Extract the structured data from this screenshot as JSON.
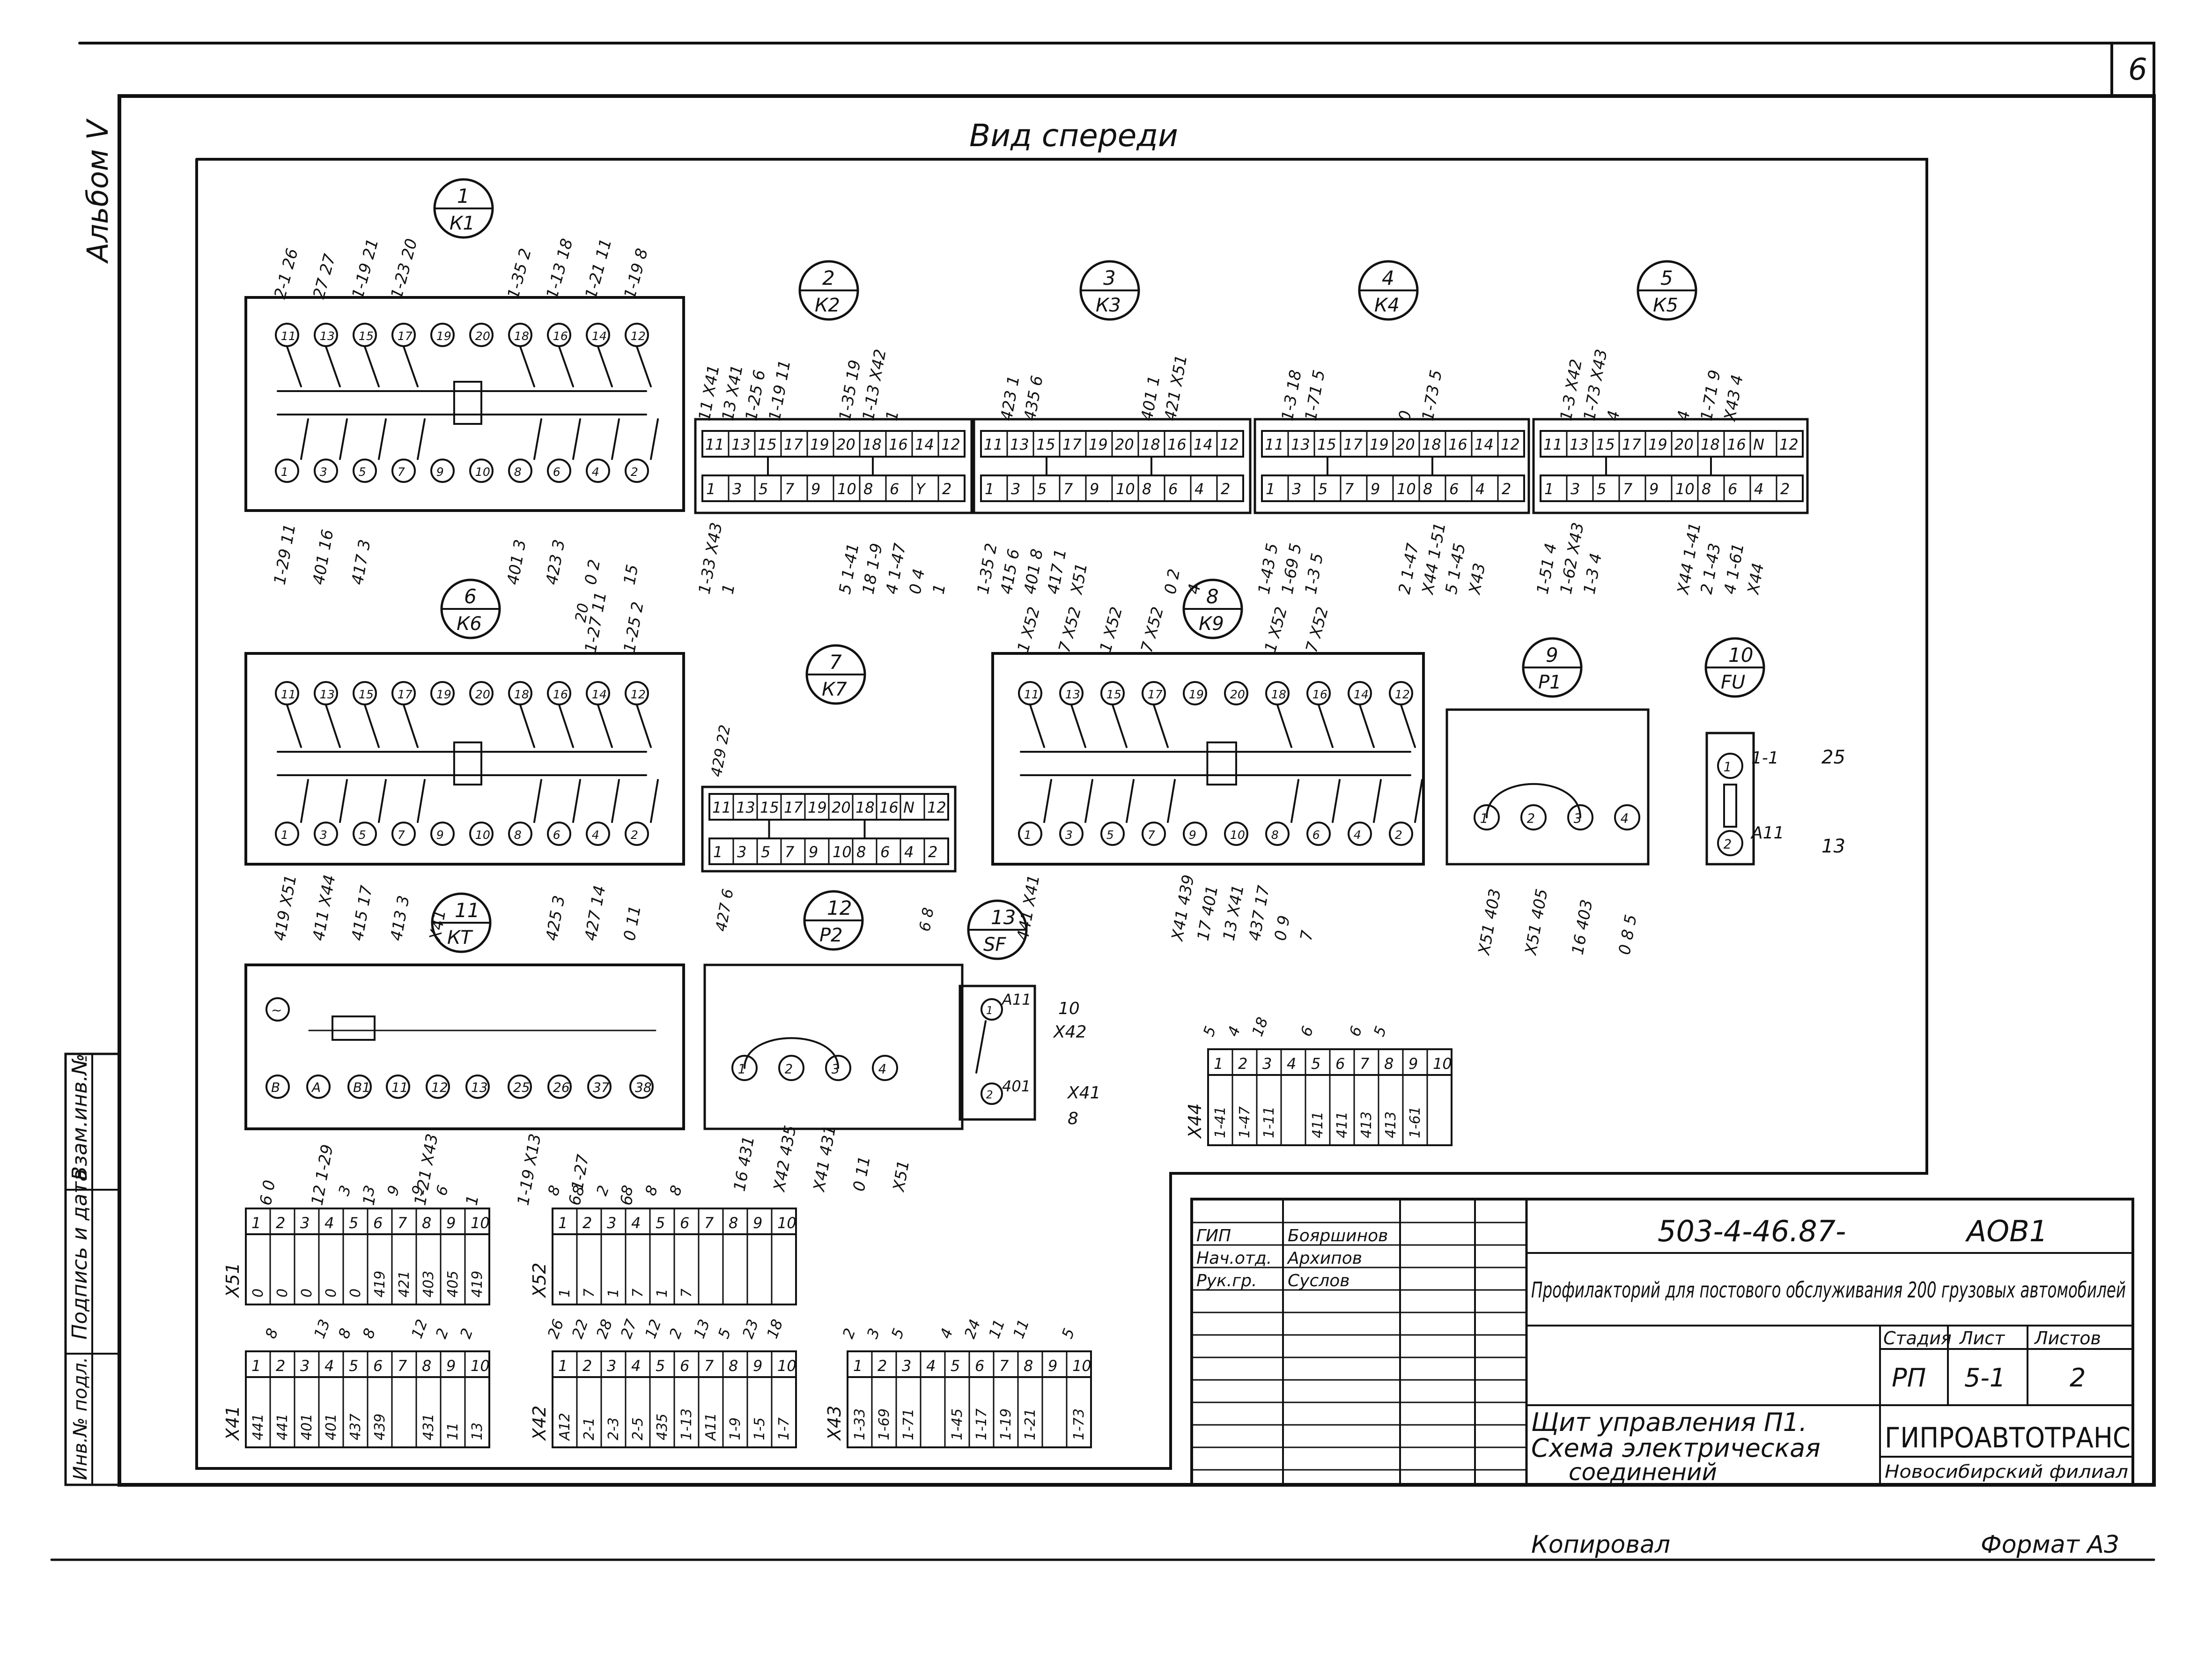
{
  "sheet": {
    "number": "6",
    "view_title": "Вид спереди",
    "album_label": "Альбом V",
    "copied_label": "Копировал",
    "format_label": "Формат А3"
  },
  "margin_stamp": [
    "Взам.инв.№",
    "Подпись и дата",
    "Инв.№ подл."
  ],
  "devices": [
    {
      "num": "1",
      "code": "К1"
    },
    {
      "num": "2",
      "code": "К2"
    },
    {
      "num": "3",
      "code": "К3"
    },
    {
      "num": "4",
      "code": "К4"
    },
    {
      "num": "5",
      "code": "К5"
    },
    {
      "num": "6",
      "code": "К6"
    },
    {
      "num": "7",
      "code": "К7"
    },
    {
      "num": "8",
      "code": "К9"
    },
    {
      "num": "9",
      "code": "Р1"
    },
    {
      "num": "10",
      "code": "FU"
    },
    {
      "num": "11",
      "code": "КТ"
    },
    {
      "num": "12",
      "code": "Р2"
    },
    {
      "num": "13",
      "code": "SF"
    }
  ],
  "relay_k1": {
    "top_terms": [
      "11",
      "13",
      "15",
      "17",
      "19",
      "20",
      "18",
      "16",
      "14",
      "12"
    ],
    "bottom_terms": [
      "1",
      "3",
      "5",
      "7",
      "9",
      "10",
      "8",
      "6",
      "4",
      "2"
    ],
    "top_wires": [
      "2-1 26",
      "27 27",
      "1-19 21",
      "1-23 20",
      "",
      "",
      "1-35 2",
      "1-13 18",
      "1-21 11",
      "1-19 8"
    ],
    "bottom_wires": [
      "1-29 11",
      "401 16",
      "417 3",
      "",
      "",
      "",
      "401 3",
      "423 3",
      "0 2",
      "15"
    ]
  },
  "relays_row1": [
    {
      "top_terms": [
        "11",
        "13",
        "15",
        "17",
        "19",
        "20",
        "18",
        "16",
        "14",
        "12"
      ],
      "bottom_terms": [
        "1",
        "3",
        "5",
        "7",
        "9",
        "10",
        "8",
        "6",
        "Y",
        "2"
      ],
      "top_wires": [
        "11 X41",
        "13 X41",
        "1-25 6",
        "1-19 11",
        "",
        "",
        "1-35 19",
        "1-13 X42",
        "1",
        "",
        "",
        ""
      ],
      "bottom_wires": [
        "1-33 X43",
        "1",
        "",
        "",
        "",
        "",
        "5 1-41",
        "18 1-9",
        "4 1-47",
        "0 4",
        "1"
      ]
    },
    {
      "top_terms": [
        "11",
        "13",
        "15",
        "17",
        "19",
        "20",
        "18",
        "16",
        "14",
        "12"
      ],
      "bottom_terms": [
        "1",
        "3",
        "5",
        "7",
        "9",
        "10",
        "8",
        "6",
        "4",
        "2"
      ],
      "top_wires": [
        "",
        "423 1",
        "435 6",
        "",
        "",
        "",
        "",
        "401 1",
        "421 X51",
        ""
      ],
      "bottom_wires": [
        "1-35 2",
        "415 6",
        "401 8",
        "417 1",
        "X51",
        "",
        "",
        "",
        "0 2",
        "4"
      ]
    },
    {
      "top_terms": [
        "11",
        "13",
        "15",
        "17",
        "19",
        "20",
        "18",
        "16",
        "14",
        "12"
      ],
      "bottom_terms": [
        "1",
        "3",
        "5",
        "7",
        "9",
        "10",
        "8",
        "6",
        "4",
        "2"
      ],
      "top_wires": [
        "",
        "1-3 18",
        "1-71 5",
        "",
        "",
        "",
        "0",
        "1-73 5",
        "",
        ""
      ],
      "bottom_wires": [
        "1-43 5",
        "1-69 5",
        "1-3 5",
        "",
        "",
        "",
        "2 1-47",
        "X44 1-51",
        "5 1-45",
        "X43"
      ]
    },
    {
      "top_terms": [
        "11",
        "13",
        "15",
        "17",
        "19",
        "20",
        "18",
        "16",
        "N",
        "12"
      ],
      "bottom_terms": [
        "1",
        "3",
        "5",
        "7",
        "9",
        "10",
        "8",
        "6",
        "4",
        "2"
      ],
      "top_wires": [
        "",
        "1-3 X42",
        "1-73 X43",
        "4",
        "",
        "",
        "4",
        "1-71 9",
        "X43 4",
        ""
      ],
      "bottom_wires": [
        "1-51 4",
        "1-62 X43",
        "1-3 4",
        "",
        "",
        "",
        "X44 1-41",
        "2 1-43",
        "4 1-61",
        "X44"
      ]
    }
  ],
  "relay_k6": {
    "top_terms": [
      "11",
      "13",
      "15",
      "17",
      "19",
      "20",
      "18",
      "16",
      "14",
      "12"
    ],
    "bottom_terms": [
      "1",
      "3",
      "5",
      "7",
      "9",
      "10",
      "8",
      "6",
      "4",
      "2"
    ],
    "top_wires": [
      "",
      "",
      "",
      "",
      "",
      "",
      "",
      "",
      "1-27 11",
      "1-25 2"
    ],
    "top_extra": "20",
    "bottom_wires": [
      "419 X51",
      "411 X44",
      "415 17",
      "413 3",
      "X41",
      "",
      "",
      "425 3",
      "427 14",
      "0 11"
    ]
  },
  "relay_k7": {
    "top_terms": [
      "11",
      "13",
      "15",
      "17",
      "19",
      "20",
      "18",
      "16",
      "N",
      "12"
    ],
    "bottom_terms": [
      "1",
      "3",
      "5",
      "7",
      "9",
      "10",
      "8",
      "6",
      "4",
      "2"
    ],
    "top_wire": "429 22",
    "bottom_wire": "427 6",
    "bottom_right": "6 8"
  },
  "relay_k9": {
    "top_terms": [
      "11",
      "13",
      "15",
      "17",
      "19",
      "20",
      "18",
      "16",
      "14",
      "12"
    ],
    "bottom_terms": [
      "1",
      "3",
      "5",
      "7",
      "9",
      "10",
      "8",
      "6",
      "4",
      "2"
    ],
    "top_wires": [
      "1 X52",
      "7 X52",
      "1 X52",
      "7 X52",
      "",
      "",
      "1 X52",
      "7 X52",
      "",
      ""
    ],
    "bottom_wires": [
      "441 X41",
      "",
      "",
      "",
      "",
      "",
      "X41 439",
      "17 401",
      "13 X41",
      "437 17",
      "0 9",
      "7"
    ]
  },
  "p1": {
    "terms": [
      "1",
      "2",
      "3",
      "4"
    ],
    "wires": [
      "X51 403",
      "X51 405",
      "16 403",
      "0 8 5"
    ]
  },
  "fu": {
    "terms": [
      "1",
      "2"
    ],
    "wires": [
      "1-1",
      "25",
      "A11",
      "13"
    ]
  },
  "kt": {
    "terms": [
      "~",
      "B",
      "A",
      "B1",
      "11",
      "12",
      "13",
      "25",
      "26",
      "37",
      "38"
    ],
    "wires": [
      "6 0",
      "12 1-29",
      "1",
      "1-21 X43",
      "1",
      "1-19 X13",
      "6 1-27",
      "6"
    ]
  },
  "p2": {
    "terms": [
      "1",
      "2",
      "3",
      "4"
    ],
    "wires": [
      "16 431",
      "X42 435",
      "X41 431",
      "0 11",
      "X51"
    ]
  },
  "sf": {
    "wires": [
      "A11",
      "10",
      "X42",
      "401",
      "X41",
      "8"
    ]
  },
  "terminal_strips": [
    {
      "label": "X44",
      "top": [
        "5",
        "4",
        "18",
        "",
        "6",
        "",
        "6",
        "5",
        ""
      ],
      "cols": [
        "1",
        "2",
        "3",
        "4",
        "5",
        "6",
        "7",
        "8",
        "9",
        "10"
      ],
      "vals": [
        "1-41",
        "1-47",
        "1-11",
        "",
        "411",
        "411",
        "413",
        "413",
        "1-61",
        ""
      ]
    },
    {
      "label": "X51",
      "top": [
        "",
        "",
        "",
        "",
        "3",
        "3",
        "9",
        "9",
        "6",
        ""
      ],
      "cols": [
        "1",
        "2",
        "3",
        "4",
        "5",
        "6",
        "7",
        "8",
        "9",
        "10"
      ],
      "vals": [
        "0",
        "0",
        "0",
        "0",
        "0",
        "419",
        "421",
        "403",
        "405",
        "419"
      ]
    },
    {
      "label": "X52",
      "top": [
        "8",
        "8",
        "2",
        "8",
        "8",
        "8",
        "",
        "",
        "",
        ""
      ],
      "cols": [
        "1",
        "2",
        "3",
        "4",
        "5",
        "6",
        "7",
        "8",
        "9",
        "10"
      ],
      "vals": [
        "1",
        "7",
        "1",
        "7",
        "1",
        "7",
        "",
        "",
        "",
        ""
      ]
    },
    {
      "label": "X41",
      "top": [
        "",
        "8",
        "",
        "13",
        "8",
        "8",
        "",
        "12",
        "2",
        "2"
      ],
      "cols": [
        "1",
        "2",
        "3",
        "4",
        "5",
        "6",
        "7",
        "8",
        "9",
        "10"
      ],
      "vals": [
        "441",
        "441",
        "401",
        "401",
        "437",
        "439",
        "",
        "431",
        "11",
        "13"
      ]
    },
    {
      "label": "X42",
      "top": [
        "26",
        "22",
        "28",
        "27",
        "12",
        "2",
        "13",
        "5",
        "23",
        "18"
      ],
      "cols": [
        "1",
        "2",
        "3",
        "4",
        "5",
        "6",
        "7",
        "8",
        "9",
        "10"
      ],
      "vals": [
        "A12",
        "2-1",
        "2-3",
        "2-5",
        "435",
        "1-13",
        "A11",
        "1-9",
        "1-5",
        "1-7"
      ]
    },
    {
      "label": "X43",
      "top": [
        "2",
        "3",
        "5",
        "",
        "4",
        "24",
        "11",
        "11",
        "",
        "5"
      ],
      "cols": [
        "1",
        "2",
        "3",
        "4",
        "5",
        "6",
        "7",
        "8",
        "9",
        "10"
      ],
      "vals": [
        "1-33",
        "1-69",
        "1-71",
        "",
        "1-45",
        "1-17",
        "1-19",
        "1-21",
        "",
        "1-73"
      ]
    }
  ],
  "title_block": {
    "doc_code": "503-4-46.87-",
    "doc_suffix": "АОВ1",
    "roles": [
      "ГИП",
      "Нач.отд.",
      "Рук.гр."
    ],
    "names": [
      "Бояршинов",
      "Архипов",
      "Суслов"
    ],
    "project_title": "Профилакторий для постового обслуживания 200 грузовых автомобилей",
    "stage_header": "Стадия",
    "sheet_header": "Лист",
    "sheets_header": "Листов",
    "stage": "РП",
    "sheet_num": "5-1",
    "sheets_total": "2",
    "drawing_title_1": "Щит управления П1.",
    "drawing_title_2": "Схема электрическая",
    "drawing_title_3": "соединений",
    "organization": "ГИПРОАВТОТРАНС",
    "branch": "Новосибирский филиал"
  }
}
